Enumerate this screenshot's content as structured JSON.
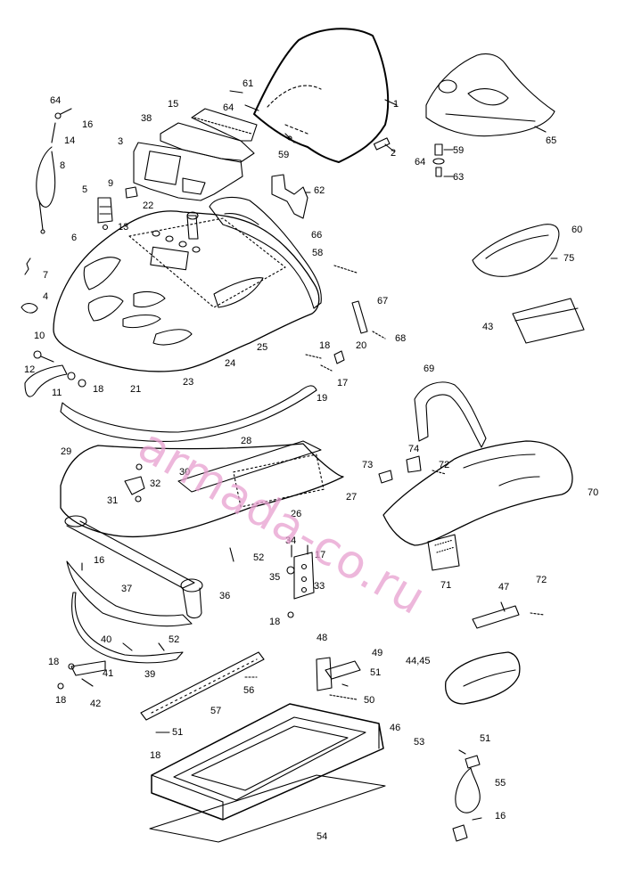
{
  "watermark": "armada-co.ru",
  "callouts": {
    "c1": "1",
    "c2": "2",
    "c3": "3",
    "c4": "4",
    "c5": "5",
    "c6": "6",
    "c7": "7",
    "c8": "8",
    "c9": "9",
    "c10": "10",
    "c11": "11",
    "c12": "12",
    "c13": "13",
    "c14": "14",
    "c15": "15",
    "c16a": "16",
    "c16b": "16",
    "c16c": "16",
    "c17a": "17",
    "c17b": "17",
    "c18a": "18",
    "c18b": "18",
    "c18c": "18",
    "c18d": "18",
    "c18e": "18",
    "c18f": "18",
    "c19": "19",
    "c20": "20",
    "c21": "21",
    "c22": "22",
    "c23": "23",
    "c24": "24",
    "c25": "25",
    "c26": "26",
    "c27": "27",
    "c28": "28",
    "c29": "29",
    "c30": "30",
    "c31": "31",
    "c32": "32",
    "c33": "33",
    "c34": "34",
    "c35": "35",
    "c36": "36",
    "c37": "37",
    "c38": "38",
    "c39": "39",
    "c40": "40",
    "c41": "41",
    "c42": "42",
    "c43": "43",
    "c4445": "44,45",
    "c46": "46",
    "c47": "47",
    "c48": "48",
    "c49": "49",
    "c50": "50",
    "c51a": "51",
    "c51b": "51",
    "c51c": "51",
    "c52a": "52",
    "c52b": "52",
    "c53": "53",
    "c54": "54",
    "c55": "55",
    "c56": "56",
    "c57": "57",
    "c58": "58",
    "c59a": "59",
    "c59b": "59",
    "c60": "60",
    "c61": "61",
    "c62": "62",
    "c63": "63",
    "c64a": "64",
    "c64b": "64",
    "c64c": "64",
    "c65": "65",
    "c66": "66",
    "c67": "67",
    "c68": "68",
    "c69": "69",
    "c70": "70",
    "c71": "71",
    "c72a": "72",
    "c72b": "72",
    "c73": "73",
    "c74": "74",
    "c75": "75"
  },
  "colors": {
    "line": "#000000",
    "watermark": "#e8a0d0",
    "background": "#ffffff"
  }
}
